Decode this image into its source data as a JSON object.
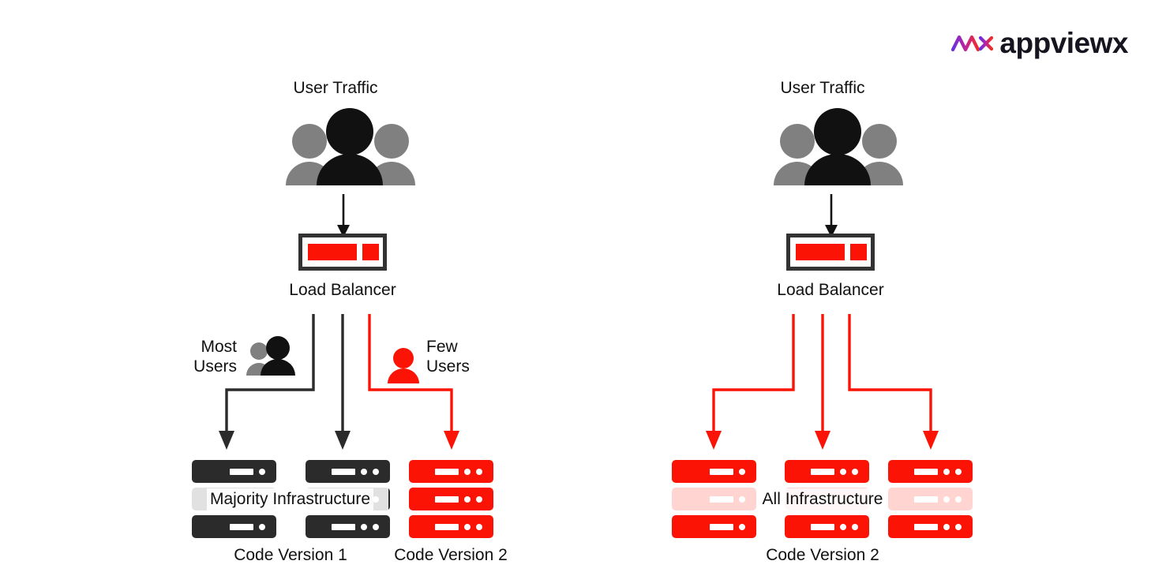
{
  "brand": {
    "name": "appviewx",
    "mark_icon": "appviewx-wave-mark-icon",
    "gradient_start": "#6a2fe0",
    "gradient_mid": "#c0249a",
    "gradient_end": "#ef2d24"
  },
  "colors": {
    "red": "#fb1405",
    "dark": "#2b2b2b",
    "gray": "#808080",
    "black": "#111111",
    "white": "#ffffff"
  },
  "diagrams": [
    {
      "id": "canary-deployment",
      "traffic_label": "User Traffic",
      "load_balancer_label": "Load Balancer",
      "branch_labels": [
        {
          "id": "most-users",
          "line1": "Most",
          "line2": "Users",
          "icon": "two-users-icon",
          "color": "#111111"
        },
        {
          "id": "few-users",
          "line1": "Few",
          "line2": "Users",
          "icon": "single-user-icon",
          "color": "#fb1405"
        }
      ],
      "infrastructure_band_label": "Majority Infrastructure",
      "version_labels": [
        {
          "id": "code-version-1",
          "text": "Code Version 1"
        },
        {
          "id": "code-version-2",
          "text": "Code Version 2"
        }
      ],
      "server_columns": [
        {
          "id": "col-1",
          "color": "dark",
          "dots": 1,
          "rows": 3
        },
        {
          "id": "col-2",
          "color": "dark",
          "dots": 2,
          "rows": 3
        },
        {
          "id": "col-3",
          "color": "red",
          "dots": 2,
          "rows": 3
        }
      ]
    },
    {
      "id": "full-rollout",
      "traffic_label": "User Traffic",
      "load_balancer_label": "Load Balancer",
      "branch_labels": [],
      "infrastructure_band_label": "All Infrastructure",
      "version_labels": [
        {
          "id": "code-version-2-full",
          "text": "Code Version 2"
        }
      ],
      "server_columns": [
        {
          "id": "col-1",
          "color": "red",
          "dots": 1,
          "rows": 3
        },
        {
          "id": "col-2",
          "color": "red",
          "dots": 2,
          "rows": 3
        },
        {
          "id": "col-3",
          "color": "red",
          "dots": 2,
          "rows": 3
        }
      ]
    }
  ]
}
